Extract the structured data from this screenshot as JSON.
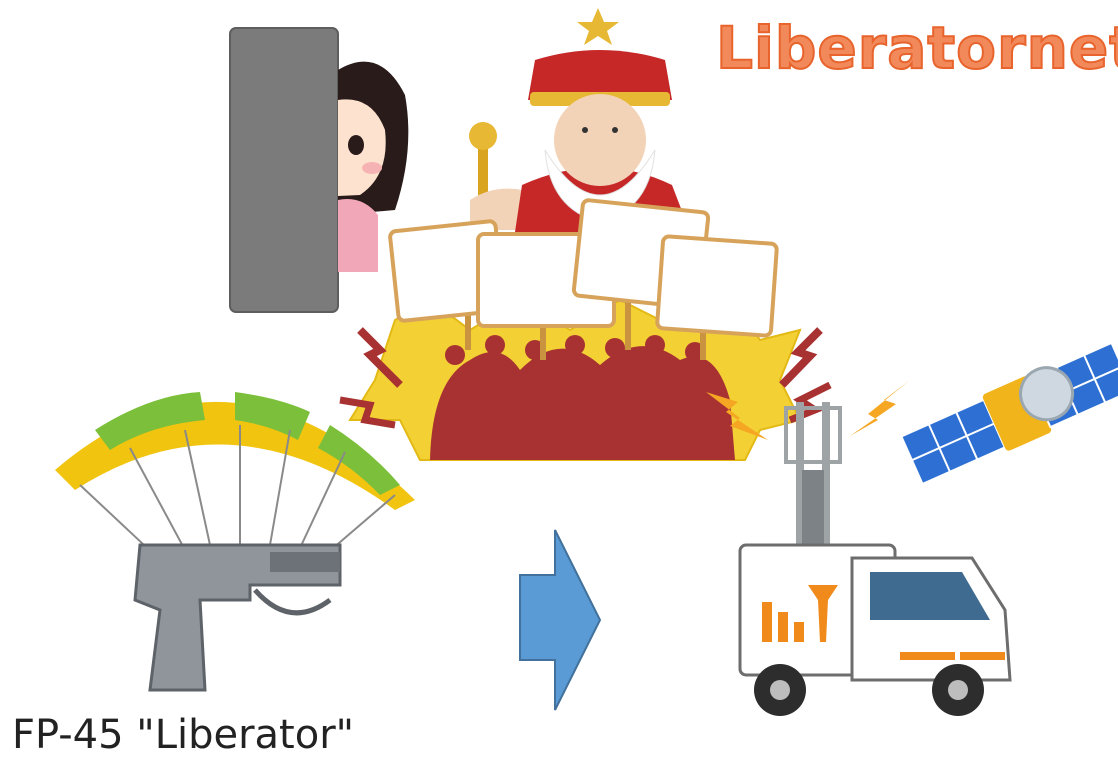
{
  "title": "Liberatornet",
  "caption": "FP-45 \"Liberator\"",
  "illustrations": {
    "wall": "wall",
    "girl": "girl-peeking",
    "king": "king",
    "protest": "protest-crowd",
    "parachute": "parachute",
    "pistol": "pistol",
    "arrow": "right-arrow",
    "satellite": "satellite",
    "truck": "cell-tower-truck"
  },
  "colors": {
    "title": "#f2895a",
    "arrow": "#5b9bd5",
    "crowd": "#a83232",
    "burst": "#e8c21b",
    "truck_accent": "#f08a1a"
  }
}
